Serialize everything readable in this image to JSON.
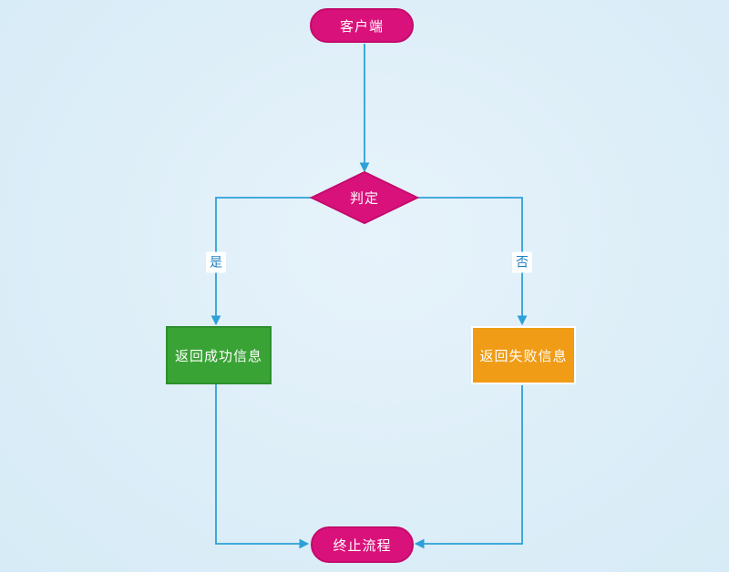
{
  "diagram": {
    "type": "flowchart",
    "colors": {
      "background": "#ddeef8",
      "connector": "#2da0d8",
      "node_pink": "#d9127b",
      "node_green": "#3aa335",
      "node_orange": "#f09c16",
      "edge_label_text": "#1f7fc0",
      "node_text": "#ffffff"
    },
    "nodes": [
      {
        "id": "client",
        "label": "客户端",
        "shape": "rounded-pill",
        "color": "#d9127b"
      },
      {
        "id": "decision",
        "label": "判定",
        "shape": "diamond",
        "color": "#d9127b"
      },
      {
        "id": "success",
        "label": "返回成功信息",
        "shape": "rectangle",
        "color": "#3aa335"
      },
      {
        "id": "failure",
        "label": "返回失败信息",
        "shape": "rectangle",
        "color": "#f09c16"
      },
      {
        "id": "end",
        "label": "终止流程",
        "shape": "rounded-pill",
        "color": "#d9127b"
      }
    ],
    "edges": [
      {
        "from": "client",
        "to": "decision",
        "label": ""
      },
      {
        "from": "decision",
        "to": "success",
        "label": "是"
      },
      {
        "from": "decision",
        "to": "failure",
        "label": "否"
      },
      {
        "from": "success",
        "to": "end",
        "label": ""
      },
      {
        "from": "failure",
        "to": "end",
        "label": ""
      }
    ]
  }
}
